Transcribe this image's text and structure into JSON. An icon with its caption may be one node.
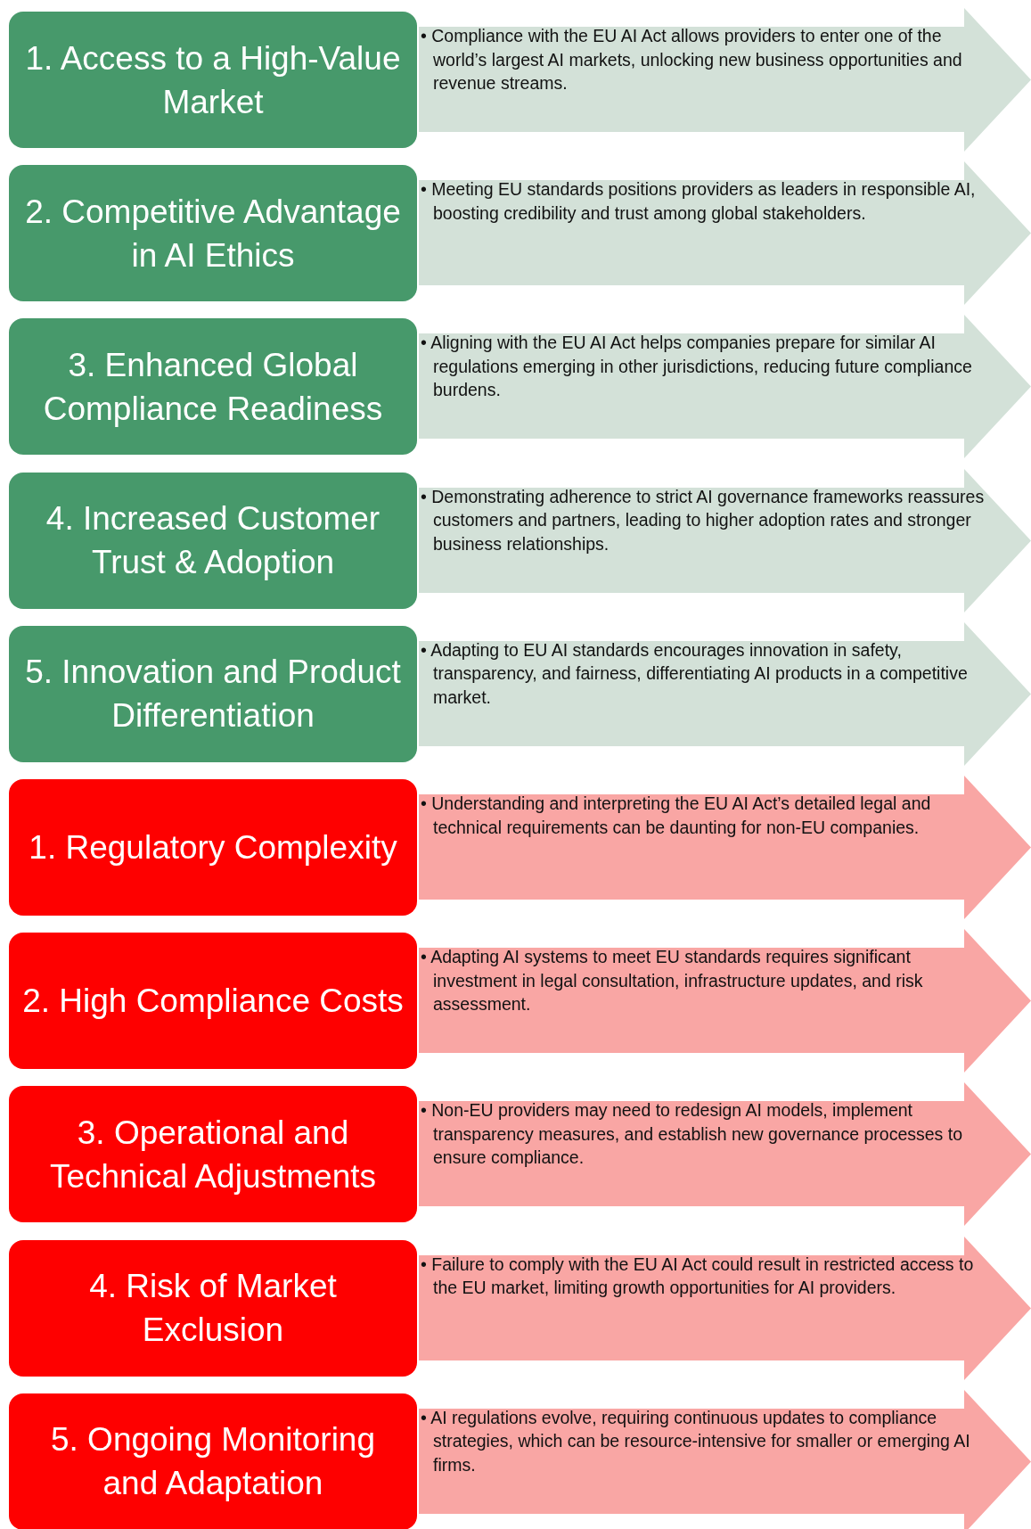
{
  "diagram": {
    "nodes": [
      {
        "text": [
          "1. Access to a High-Value Market"
        ]
      },
      {
        "text": [
          "• Compliance with the EU AI Act allows providers to enter one of the world’s largest AI markets, unlocking new business opportunities and revenue streams."
        ]
      },
      {
        "text": [
          "2. Competitive Advantage in AI Ethics"
        ]
      },
      {
        "text": [
          "• Meeting EU standards positions providers as leaders in responsible AI, boosting credibility and trust among global stakeholders."
        ]
      },
      {
        "text": [
          "3. Enhanced Global Compliance Readiness"
        ]
      },
      {
        "text": [
          "• Aligning with the EU AI Act helps companies prepare for similar AI regulations emerging in other jurisdictions, reducing future compliance burdens."
        ]
      },
      {
        "text": [
          "4. Increased Customer Trust & Adoption"
        ]
      },
      {
        "text": [
          "• Demonstrating adherence to strict AI governance frameworks reassures customers and partners, leading to higher adoption rates and stronger business relationships."
        ]
      },
      {
        "text": [
          "5. Innovation and Product Differentiation"
        ]
      },
      {
        "text": [
          "• Adapting to EU AI standards encourages innovation in safety, transparency, and fairness, differentiating AI products in a competitive market."
        ]
      },
      {
        "text": [
          "1. Regulatory Complexity"
        ]
      },
      {
        "text": [
          "• Understanding and interpreting the EU AI Act’s detailed legal and technical requirements can be daunting for non-EU companies."
        ]
      },
      {
        "text": [
          "2. High Compliance Costs"
        ]
      },
      {
        "text": [
          "• Adapting AI systems to meet EU standards requires significant investment in legal consultation, infrastructure updates, and risk assessment."
        ]
      },
      {
        "text": [
          "3. Operational and Technical Adjustments"
        ]
      },
      {
        "text": [
          "• Non-EU providers may need to redesign AI models, implement transparency measures, and establish new governance processes to ensure compliance."
        ]
      },
      {
        "text": [
          "4. Risk of Market Exclusion"
        ]
      },
      {
        "text": [
          "• Failure to comply with the EU AI Act could result in restricted access to the EU market, limiting growth opportunities for AI providers."
        ]
      },
      {
        "text": [
          "5. Ongoing Monitoring and Adaptation"
        ]
      },
      {
        "text": [
          "• AI regulations evolve, requiring continuous updates to compliance strategies, which can be resource-intensive for smaller or emerging AI firms."
        ]
      }
    ]
  }
}
